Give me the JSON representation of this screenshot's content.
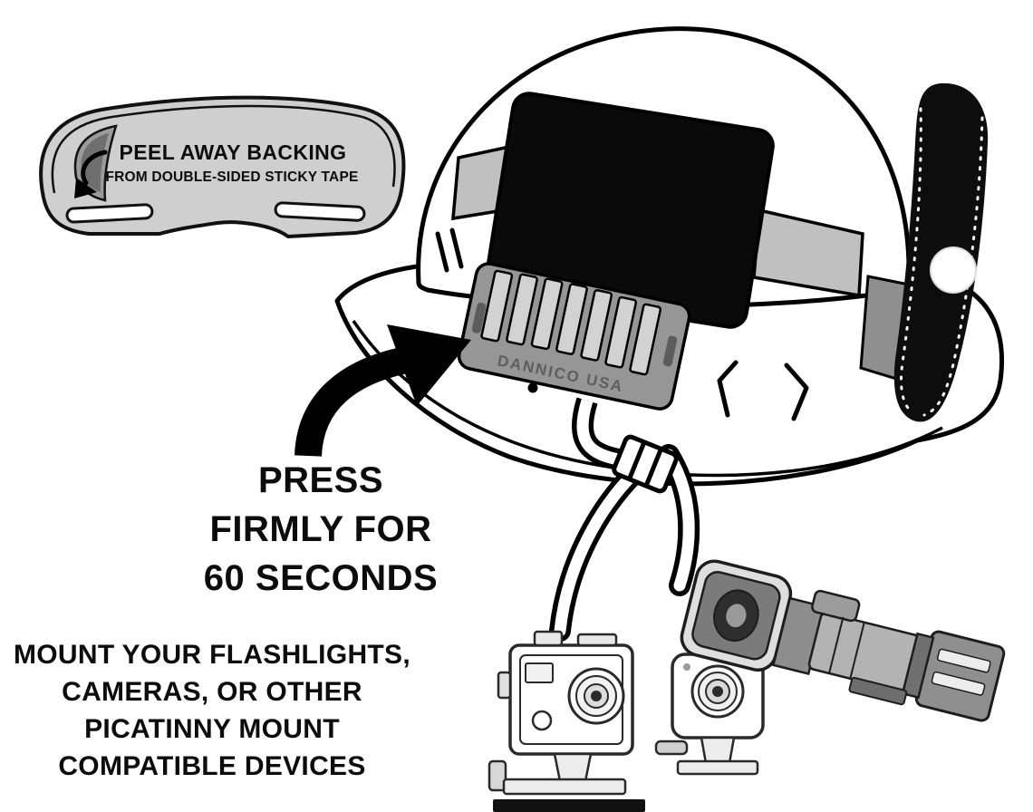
{
  "title": "Helmet picatinny mount instruction diagram",
  "steps": {
    "peel": {
      "line1": "PEEL AWAY BACKING",
      "line2": "FROM DOUBLE-SIDED STICKY TAPE"
    },
    "press": {
      "line1": "PRESS",
      "line2": "FIRMLY FOR",
      "line3": "60 SECONDS"
    },
    "mount": {
      "line1": "MOUNT YOUR FLASHLIGHTS,",
      "line2": "CAMERAS, OR OTHER",
      "line3": "PICATINNY MOUNT",
      "line4": "COMPATIBLE DEVICES"
    }
  },
  "rail": {
    "brand": "DANNICO USA"
  },
  "colors": {
    "ink": "#000000",
    "background": "#ffffff",
    "pad_gray": "#cfcfcf",
    "rail_gray": "#969696",
    "strap_gray": "#c0c0c0",
    "panel_black": "#0a0a0a"
  }
}
